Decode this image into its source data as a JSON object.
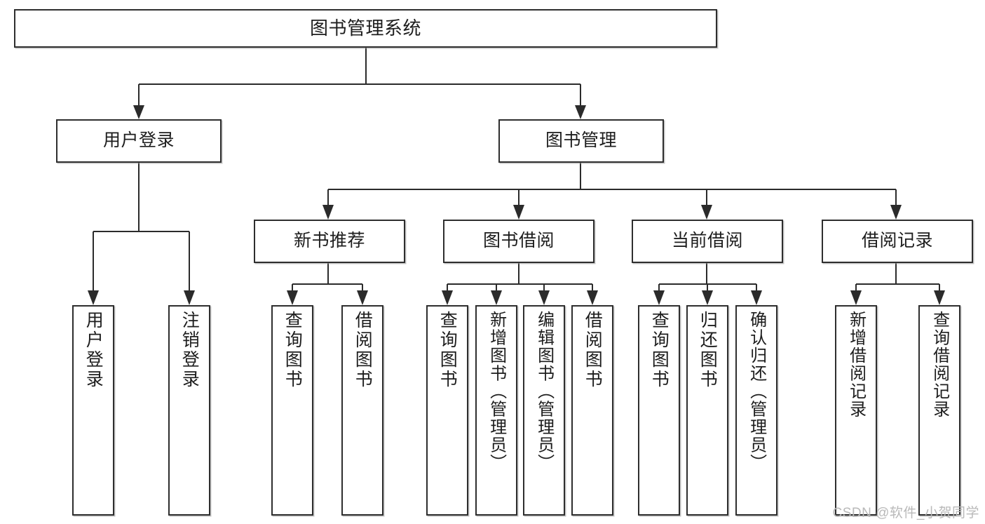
{
  "diagram": {
    "type": "tree",
    "title": "图书管理系统",
    "background_color": "#ffffff",
    "box_border_color": "#2e2e2e",
    "text_color": "#1d1d1d",
    "connector_color": "#2b2b2b",
    "levels": 4
  },
  "root": {
    "label": "图书管理系统"
  },
  "level2": {
    "user_login": {
      "label": "用户登录"
    },
    "book_manage": {
      "label": "图书管理"
    }
  },
  "level3": {
    "new_book_rec": {
      "label": "新书推荐"
    },
    "book_borrow": {
      "label": "图书借阅"
    },
    "current_borrow": {
      "label": "当前借阅"
    },
    "borrow_record": {
      "label": "借阅记录"
    }
  },
  "leaves": {
    "user_login": [
      {
        "label": "用户登录"
      },
      {
        "label": "注销登录"
      }
    ],
    "new_book_rec": [
      {
        "label": "查询图书"
      },
      {
        "label": "借阅图书"
      }
    ],
    "book_borrow": [
      {
        "label": "查询图书"
      },
      {
        "label": "新增图书（管理员）"
      },
      {
        "label": "编辑图书（管理员）"
      },
      {
        "label": "借阅图书"
      }
    ],
    "current_borrow": [
      {
        "label": "查询图书"
      },
      {
        "label": "归还图书"
      },
      {
        "label": "确认归还（管理员）"
      }
    ],
    "borrow_record": [
      {
        "label": "新增借阅记录"
      },
      {
        "label": "查询借阅记录"
      }
    ]
  },
  "watermark": {
    "text": "CSDN @软件_小贺同学"
  }
}
